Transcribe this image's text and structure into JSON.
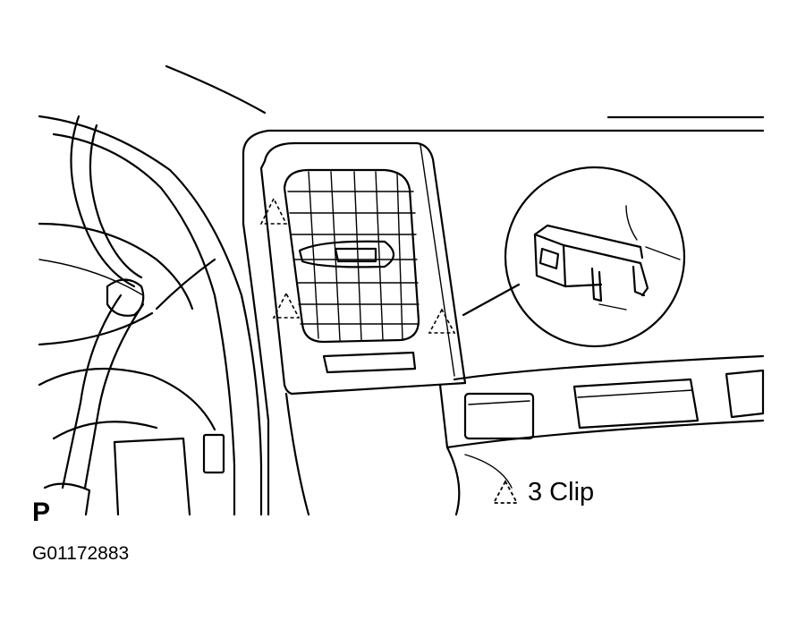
{
  "legend": {
    "clip_label": "3 Clip",
    "clip_symbol": "dashed-triangle-icon"
  },
  "view_mark": "P",
  "figure_id": "G01172883",
  "icons": {
    "vent": "air-vent-icon",
    "clip_detail": "clip-detail-icon",
    "steering": "steering-wheel-icon"
  },
  "colors": {
    "line": "#000000",
    "background": "#ffffff"
  }
}
